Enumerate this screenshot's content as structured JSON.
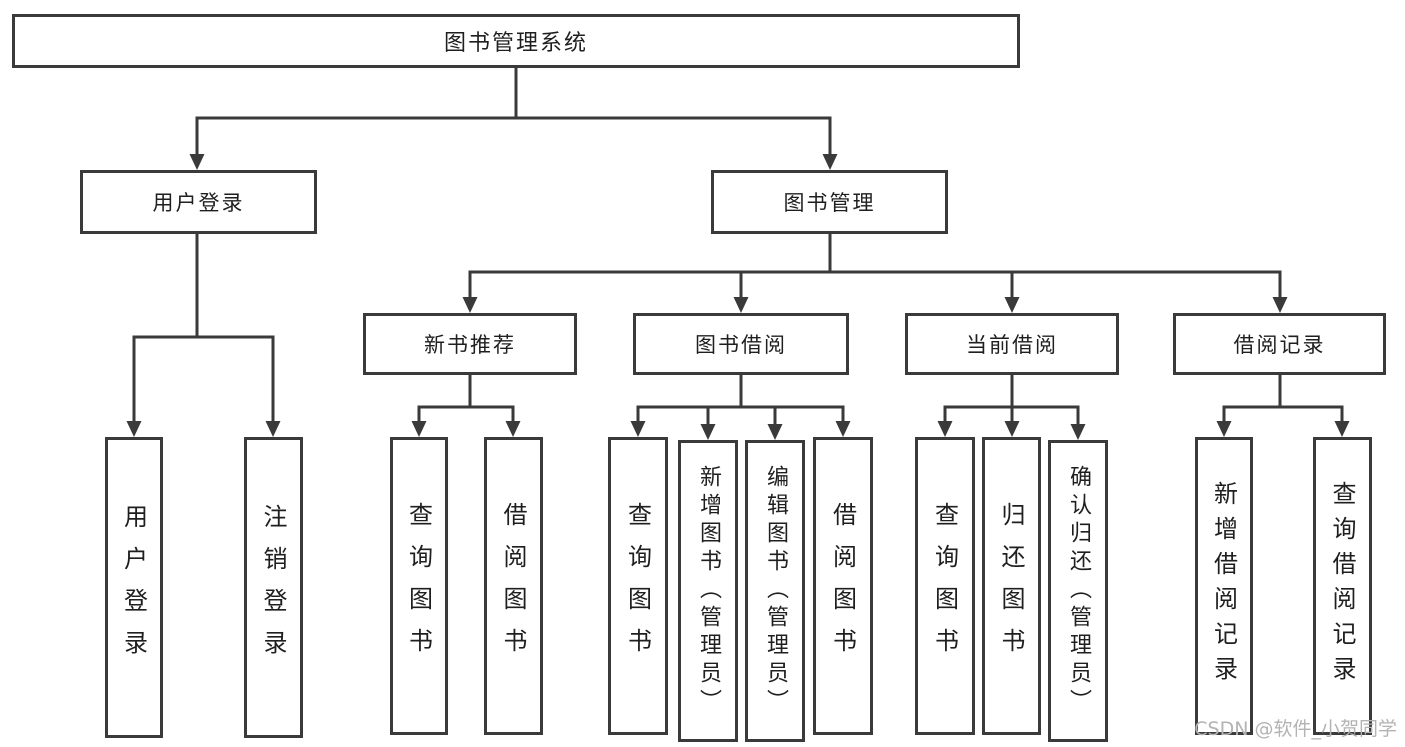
{
  "diagram_title": "图书管理系统",
  "watermark": "CSDN @软件_小贺同学",
  "colors": {
    "line": "#3a3a3a",
    "box_border": "#3a3a3a",
    "box_fill": "#ffffff",
    "text": "#1f1f1f",
    "watermark": "#b3b3b3"
  },
  "nodes": {
    "root": "图书管理系统",
    "user_login": "用户登录",
    "book_management": "图书管理",
    "new_book_recommend": "新书推荐",
    "book_borrow": "图书借阅",
    "current_borrow": "当前借阅",
    "borrow_record": "借阅记录",
    "leaf_user_login": "用户登录",
    "leaf_logout": "注销登录",
    "leaf_query_book_rec": "查询图书",
    "leaf_borrow_book_rec": "借阅图书",
    "leaf_query_book_borrow": "查询图书",
    "leaf_add_book_admin": "新增图书（管理员）",
    "leaf_edit_book_admin": "编辑图书（管理员）",
    "leaf_borrow_book_borrow": "借阅图书",
    "leaf_query_book_current": "查询图书",
    "leaf_return_book": "归还图书",
    "leaf_confirm_return_admin": "确认归还（管理员）",
    "leaf_add_borrow_record": "新增借阅记录",
    "leaf_query_borrow_record": "查询借阅记录"
  },
  "hierarchy": {
    "图书管理系统": {
      "用户登录": [
        "用户登录",
        "注销登录"
      ],
      "图书管理": {
        "新书推荐": [
          "查询图书",
          "借阅图书"
        ],
        "图书借阅": [
          "查询图书",
          "新增图书（管理员）",
          "编辑图书（管理员）",
          "借阅图书"
        ],
        "当前借阅": [
          "查询图书",
          "归还图书",
          "确认归还（管理员）"
        ],
        "借阅记录": [
          "新增借阅记录",
          "查询借阅记录"
        ]
      }
    }
  }
}
